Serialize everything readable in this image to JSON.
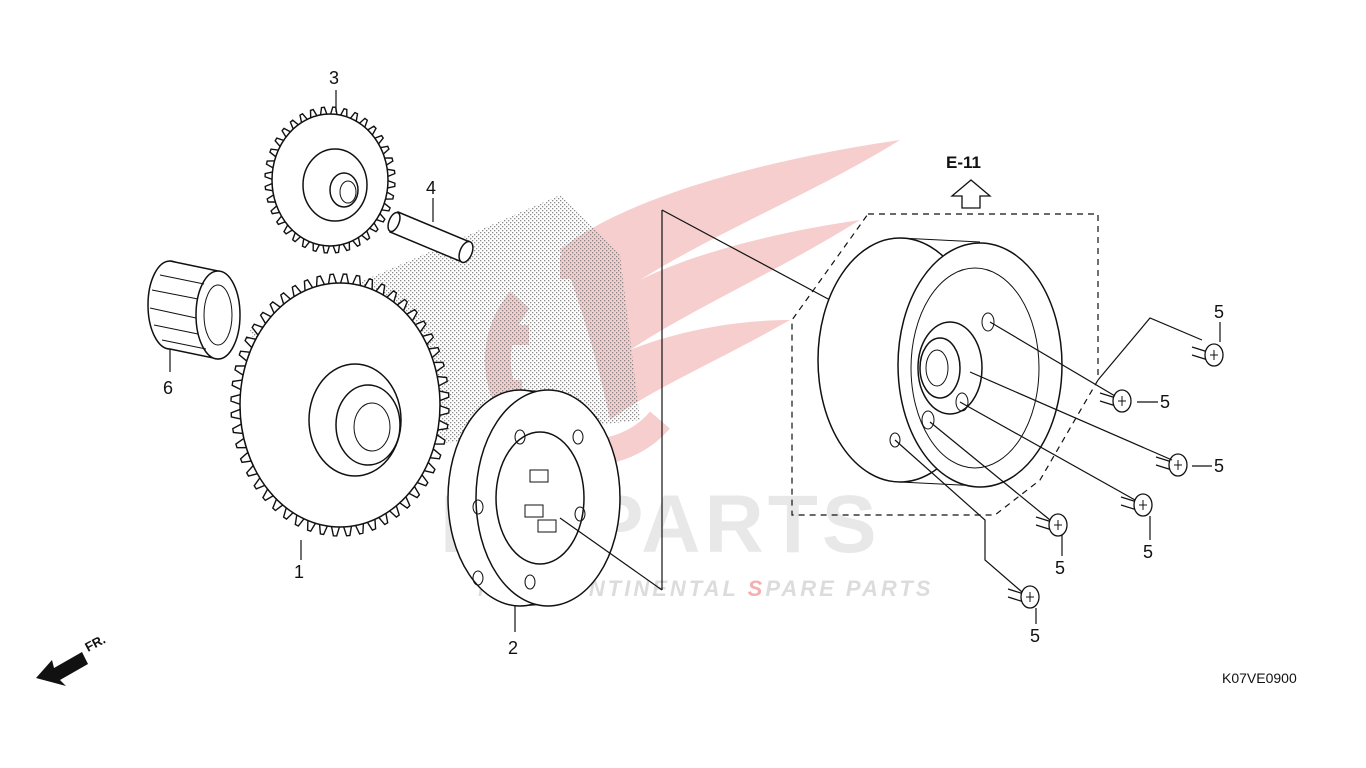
{
  "diagram": {
    "reference": "E-11",
    "code": "K07VE0900",
    "direction_label": "FR.",
    "callouts": [
      {
        "id": "c1",
        "label": "1"
      },
      {
        "id": "c2",
        "label": "2"
      },
      {
        "id": "c3",
        "label": "3"
      },
      {
        "id": "c4",
        "label": "4"
      },
      {
        "id": "c5a",
        "label": "5"
      },
      {
        "id": "c5b",
        "label": "5"
      },
      {
        "id": "c5c",
        "label": "5"
      },
      {
        "id": "c5d",
        "label": "5"
      },
      {
        "id": "c5e",
        "label": "5"
      },
      {
        "id": "c5f",
        "label": "5"
      },
      {
        "id": "c6",
        "label": "6"
      }
    ]
  },
  "watermark": {
    "brand": "ICSPARTS",
    "tagline_pre": "NTERCONTINENTAL ",
    "tagline_s": "S",
    "tagline_post": "PARE PARTS",
    "logo_color": "#f6c9c9",
    "accent_color": "#f08a8a"
  },
  "icons": {
    "direction_arrow": "fr-arrow-icon",
    "reference_arrow": "up-arrow-icon"
  }
}
